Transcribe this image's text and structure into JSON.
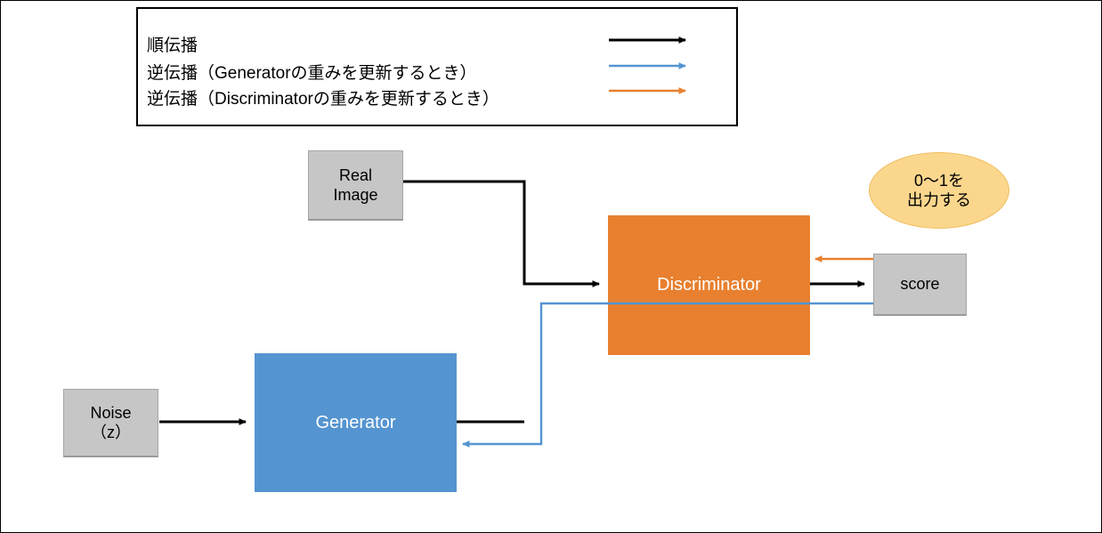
{
  "diagram": {
    "title": "GAN forward and backward propagation diagram",
    "colors": {
      "forward": "#000000",
      "backprop_generator": "#5494d0",
      "backprop_discriminator": "#e8802f",
      "generator_fill": "#5494d0",
      "discriminator_fill": "#e8802f",
      "node_gray_fill": "#c6c6c6",
      "callout_fill": "#fbd78d",
      "background": "#ffffff"
    }
  },
  "legend": {
    "rows": [
      {
        "label": "順伝播",
        "arrow_color": "#000000",
        "arrow_name": "forward-arrow"
      },
      {
        "label": "逆伝播（Generatorの重みを更新するとき）",
        "arrow_color": "#5494d0",
        "arrow_name": "backprop-generator-arrow"
      },
      {
        "label": "逆伝播（Discriminatorの重みを更新するとき）",
        "arrow_color": "#e8802f",
        "arrow_name": "backprop-discriminator-arrow"
      }
    ]
  },
  "nodes": {
    "real_image": {
      "line1": "Real",
      "line2": "Image"
    },
    "noise": {
      "line1": "Noise",
      "line2": "（z）"
    },
    "generator": {
      "label": "Generator"
    },
    "discriminator": {
      "label": "Discriminator"
    },
    "score": {
      "label": "score"
    },
    "callout": {
      "line1": "0〜1を",
      "line2": "出力する"
    }
  }
}
